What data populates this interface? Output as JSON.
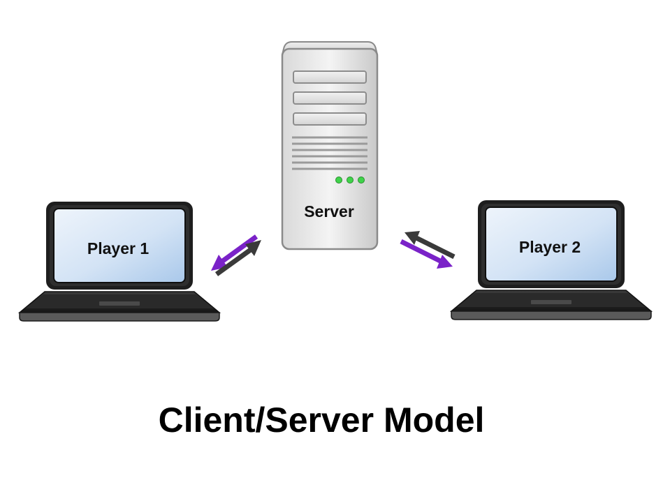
{
  "title": "Client/Server Model",
  "nodes": {
    "server": {
      "label": "Server",
      "icon": "server-tower-icon"
    },
    "player1": {
      "label": "Player 1",
      "icon": "laptop-icon"
    },
    "player2": {
      "label": "Player 2",
      "icon": "laptop-icon"
    }
  },
  "colors": {
    "arrow_purple": "#7a22c8",
    "arrow_dark": "#3a3a3a",
    "screen_light": "#e6eff9",
    "screen_dark": "#aecbea",
    "led_green": "#3fd34a"
  }
}
